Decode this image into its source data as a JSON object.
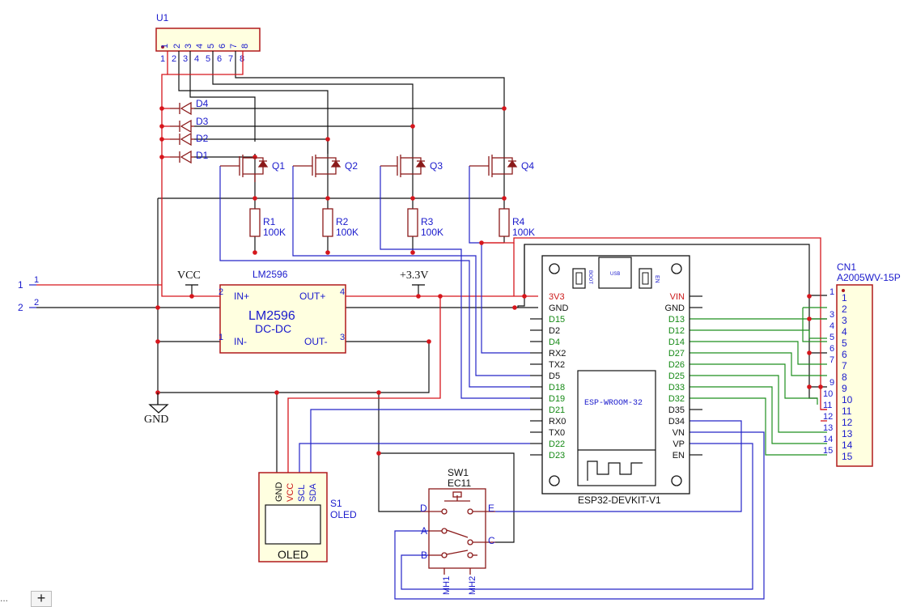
{
  "u1": {
    "ref": "U1",
    "pins": [
      "1",
      "2",
      "3",
      "4",
      "5",
      "6",
      "7",
      "8"
    ]
  },
  "diodes": [
    "D4",
    "D3",
    "D2",
    "D1"
  ],
  "mosfets": [
    "Q1",
    "Q2",
    "Q3",
    "Q4"
  ],
  "resistors": [
    {
      "ref": "R1",
      "value": "100K"
    },
    {
      "ref": "R2",
      "value": "100K"
    },
    {
      "ref": "R3",
      "value": "100K"
    },
    {
      "ref": "R4",
      "value": "100K"
    }
  ],
  "input_port": {
    "pin1": "1",
    "pin2": "2",
    "num1": "1",
    "num2": "2"
  },
  "regulator": {
    "label": "LM2596",
    "title": "LM2596",
    "subtitle": "DC-DC",
    "pins": {
      "in_plus": "IN+",
      "in_minus": "IN-",
      "out_plus": "OUT+",
      "out_minus": "OUT-",
      "n_in_plus": "2",
      "n_in_minus": "1",
      "n_out_plus": "4",
      "n_out_minus": "3"
    }
  },
  "power": {
    "vcc": "VCC",
    "v33": "+3.3V",
    "gnd": "GND"
  },
  "esp32": {
    "name": "ESP32-DEVKIT-V1",
    "module": "ESP-WROOM-32",
    "usb": "USB",
    "boot": "BOOT",
    "en_btn": "EN",
    "left_pins": [
      "3V3",
      "GND",
      "D15",
      "D2",
      "D4",
      "RX2",
      "TX2",
      "D5",
      "D18",
      "D19",
      "D21",
      "RX0",
      "TX0",
      "D22",
      "D23"
    ],
    "right_pins": [
      "VIN",
      "GND",
      "D13",
      "D12",
      "D14",
      "D27",
      "D26",
      "D25",
      "D33",
      "D32",
      "D35",
      "D34",
      "VN",
      "VP",
      "EN"
    ]
  },
  "connector": {
    "ref": "CN1",
    "part": "A2005WV-15P",
    "pins": [
      "1",
      "2",
      "3",
      "4",
      "5",
      "6",
      "7",
      "8",
      "9",
      "10",
      "11",
      "12",
      "13",
      "14",
      "15"
    ]
  },
  "oled": {
    "ref": "S1",
    "part": "OLED",
    "label": "OLED",
    "pins": [
      "GND",
      "VCC",
      "SCL",
      "SDA"
    ]
  },
  "encoder": {
    "ref": "SW1",
    "part": "EC11",
    "pins": {
      "d": "D",
      "e": "E",
      "a": "A",
      "b": "B",
      "c": "C",
      "mh1": "MH1",
      "mh2": "MH2"
    }
  },
  "tabs": {
    "ellipsis": "...",
    "add": "+"
  }
}
